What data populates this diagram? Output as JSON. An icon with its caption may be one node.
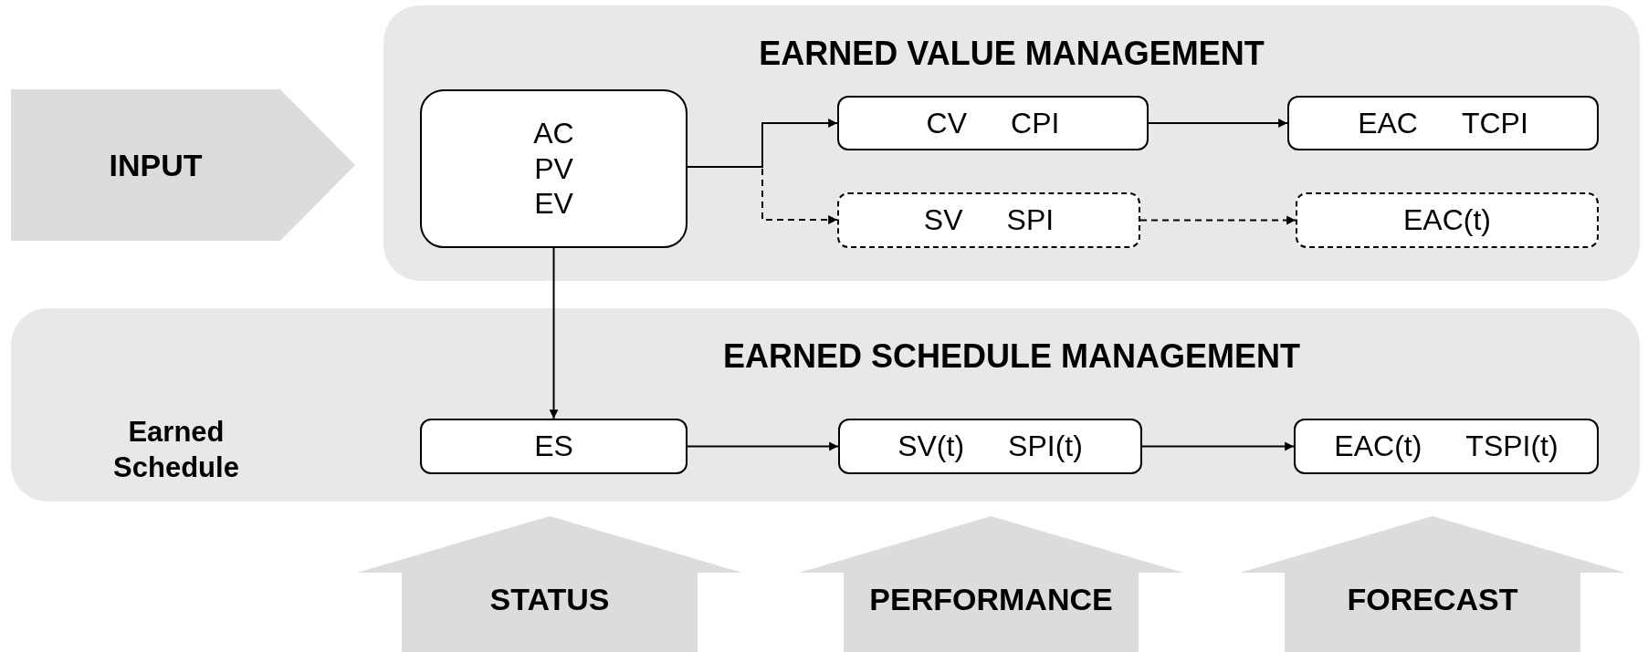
{
  "diagram": {
    "nodes": [
      {
        "text": [
          "EARNED VALUE MANAGEMENT"
        ]
      },
      {
        "text": [
          "INPUT"
        ]
      },
      {
        "text": [
          "AC",
          "PV",
          "EV"
        ],
        "in": 0
      },
      {
        "text": [
          "CV",
          "CPI"
        ],
        "in": 0
      },
      {
        "text": [
          "EAC",
          "TCPI"
        ],
        "in": 0
      },
      {
        "text": [
          "SV",
          "SPI"
        ],
        "in": 0
      },
      {
        "text": [
          "EAC(t)"
        ],
        "in": 0
      },
      {
        "text": [
          "EARNED SCHEDULE MANAGEMENT"
        ]
      },
      {
        "text": [
          "ES"
        ],
        "in": 7
      },
      {
        "text": [
          "SV(t)",
          "SPI(t)"
        ],
        "in": 7
      },
      {
        "text": [
          "EAC(t)",
          "TSPI(t)"
        ],
        "in": 7
      },
      {
        "text": [
          "STATUS"
        ]
      },
      {
        "text": [
          "PERFORMANCE"
        ]
      },
      {
        "text": [
          "FORECAST"
        ]
      }
    ],
    "edges": [
      {
        "from": 2,
        "to": 3,
        "arrow": "to"
      },
      {
        "from": 2,
        "to": 5,
        "arrow": "to",
        "style": "dashed"
      },
      {
        "from": 3,
        "to": 4,
        "arrow": "to"
      },
      {
        "from": 5,
        "to": 6,
        "arrow": "to",
        "style": "dashed"
      },
      {
        "from": 2,
        "to": 8,
        "arrow": "to"
      },
      {
        "from": 8,
        "to": 9,
        "arrow": "to"
      },
      {
        "from": 9,
        "to": 10,
        "arrow": "to"
      }
    ],
    "labels": [
      "Earned Schedule"
    ]
  }
}
